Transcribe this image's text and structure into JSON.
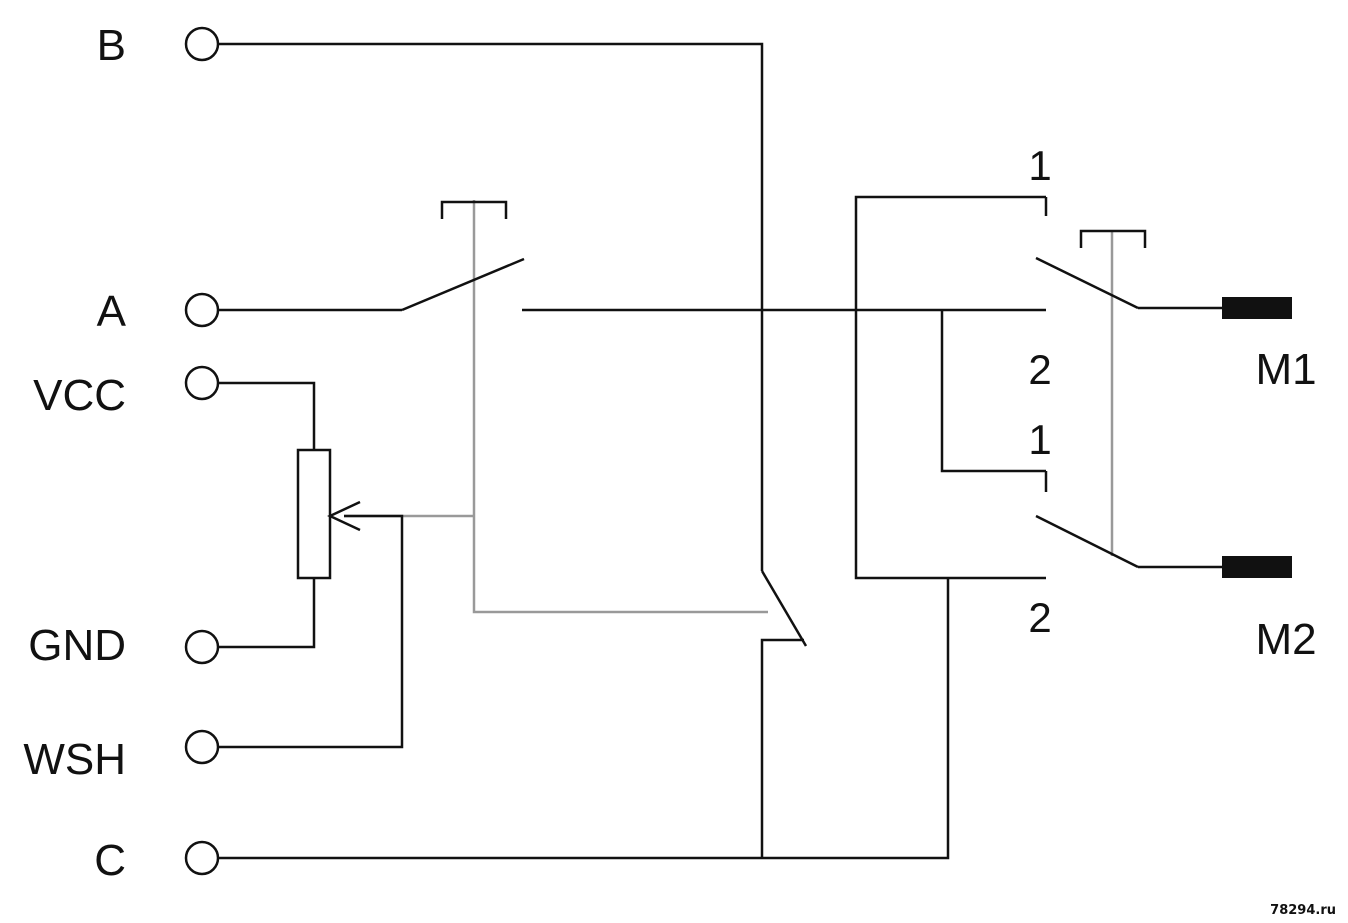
{
  "terminals": {
    "b": "B",
    "a": "A",
    "vcc": "VCC",
    "gnd": "GND",
    "wsh": "WSH",
    "c": "C"
  },
  "contacts": {
    "upper_1": "1",
    "upper_2": "2",
    "lower_1": "1",
    "lower_2": "2"
  },
  "outputs": {
    "m1": "M1",
    "m2": "M2"
  },
  "watermark": "78294.ru",
  "colors": {
    "wire": "#111111",
    "mechanical_link": "#999999",
    "background": "#ffffff"
  }
}
